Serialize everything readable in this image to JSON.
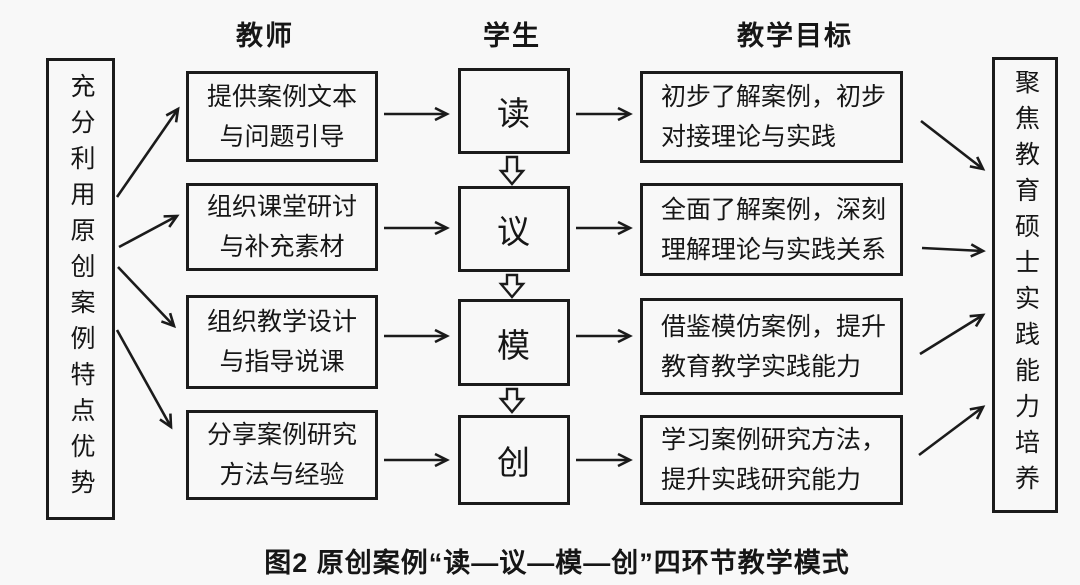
{
  "colors": {
    "background": "#f8f8f8",
    "ink": "#1b1b1b"
  },
  "headers": {
    "teacher": "教师",
    "student": "学生",
    "objective": "教学目标"
  },
  "left_box": {
    "text": "充分利用原创案例特点优势"
  },
  "right_box": {
    "text": "聚焦教育硕士实践能力培养"
  },
  "rows": [
    {
      "teacher": [
        "提供案例文本",
        "与问题引导"
      ],
      "student": "读",
      "objective": [
        "初步了解案例，初步",
        "对接理论与实践"
      ]
    },
    {
      "teacher": [
        "组织课堂研讨",
        "与补充素材"
      ],
      "student": "议",
      "objective": [
        "全面了解案例，深刻",
        "理解理论与实践关系"
      ]
    },
    {
      "teacher": [
        "组织教学设计",
        "与指导说课"
      ],
      "student": "模",
      "objective": [
        "借鉴模仿案例，提升",
        "教育教学实践能力"
      ]
    },
    {
      "teacher": [
        "分享案例研究",
        "方法与经验"
      ],
      "student": "创",
      "objective": [
        "学习案例研究方法，",
        "提升实践研究能力"
      ]
    }
  ],
  "caption": "图2 原创案例“读—议—模—创”四环节教学模式"
}
